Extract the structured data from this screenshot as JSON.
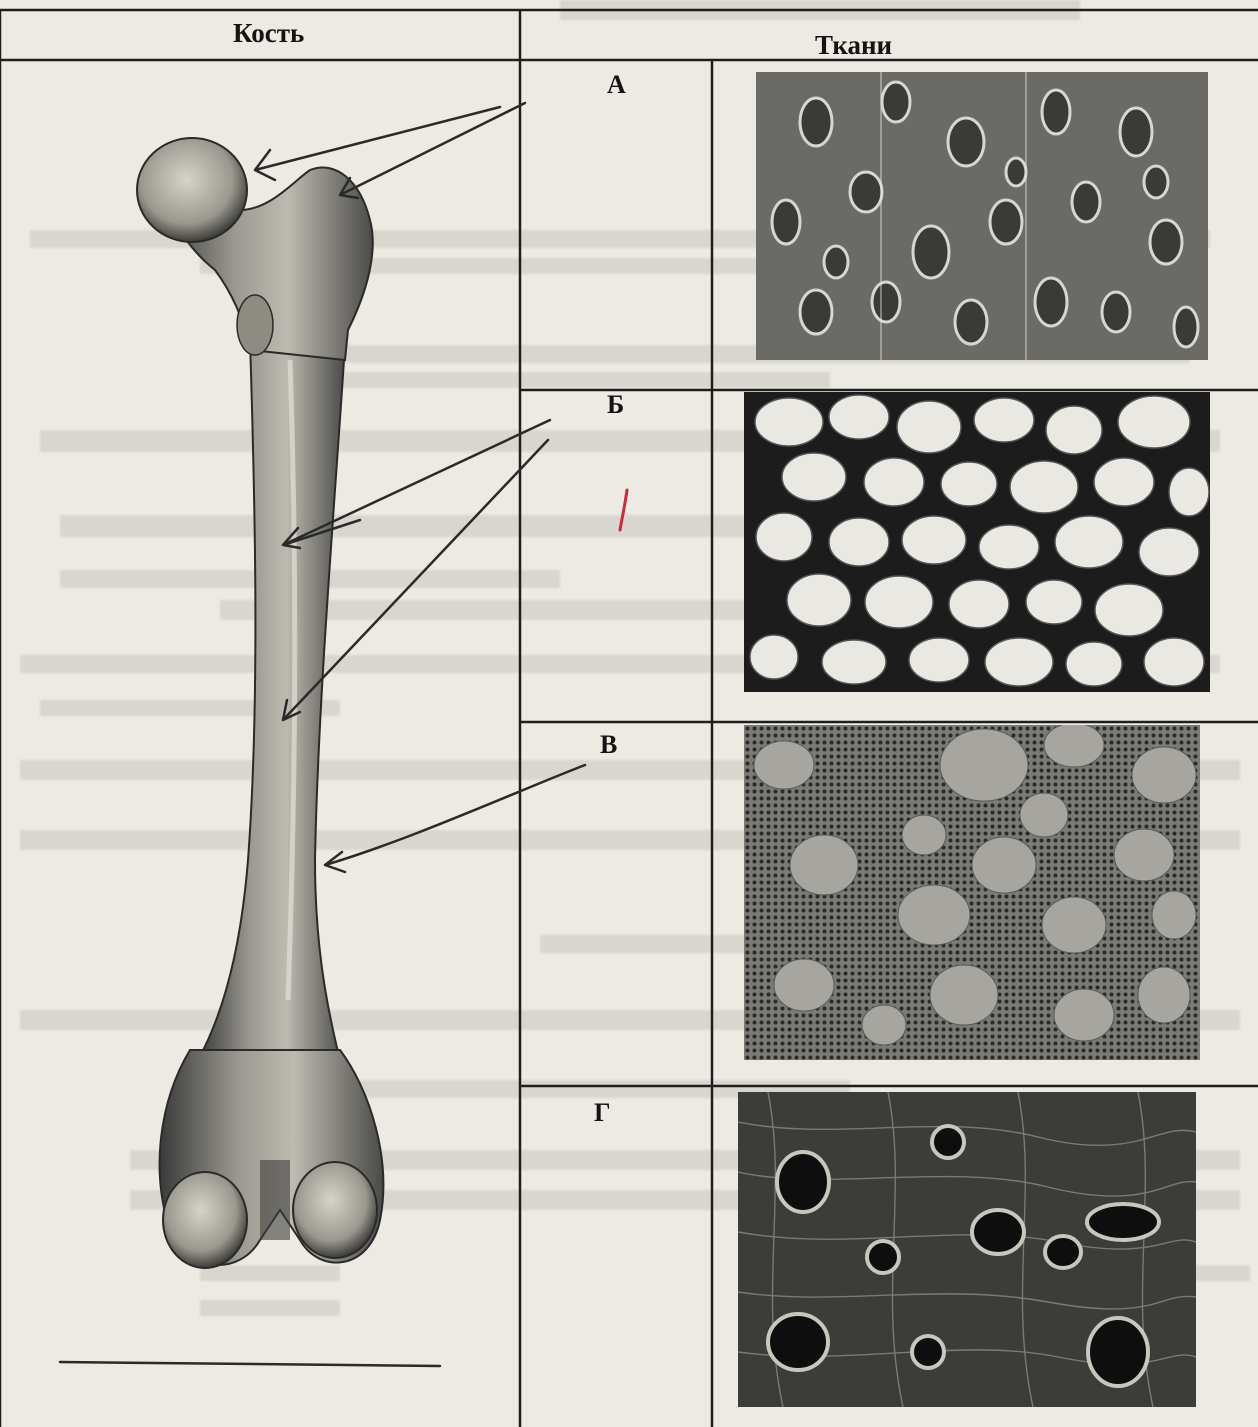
{
  "table": {
    "header_bone": "Кость",
    "header_tissues": "Ткани"
  },
  "tissues": [
    {
      "label": "А",
      "icon": "hyaline-cartilage-micrograph"
    },
    {
      "label": "Б",
      "icon": "adipose-tissue-micrograph"
    },
    {
      "label": "В",
      "icon": "red-bone-marrow-micrograph"
    },
    {
      "label": "Г",
      "icon": "compact-bone-micrograph"
    }
  ],
  "colors": {
    "paper": "#eceae3",
    "ink": "#141414",
    "pen": "#2a2a2a",
    "red_mark": "#d0283c"
  }
}
